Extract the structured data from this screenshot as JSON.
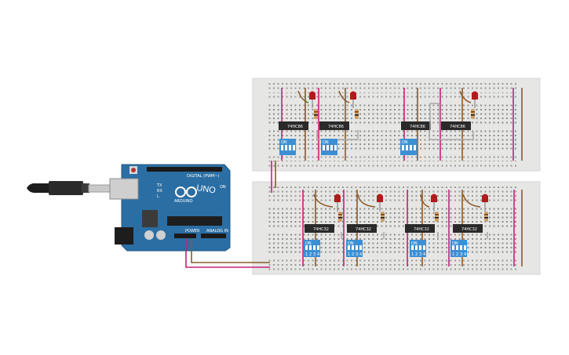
{
  "arduino": {
    "brand": "ARDUINO",
    "model": "UNO",
    "digital_label": "DIGITAL (PWM~)",
    "power_label": "POWER",
    "analog_label": "ANALOG IN",
    "on_label": "ON",
    "tx_label": "TX",
    "rx_label": "RX",
    "l_label": "L"
  },
  "top_breadboard": {
    "chips": [
      "74HC86",
      "74HC86",
      "74HC86",
      "74HC86"
    ],
    "dip_switch_labels": [
      "ON",
      "ON",
      "ON"
    ]
  },
  "bottom_breadboard": {
    "chips": [
      "74HC32",
      "74HC32",
      "74HC32",
      "74HC32"
    ],
    "dip_switch_labels": [
      "ON",
      "ON",
      "ON",
      "ON"
    ],
    "dip_numbers": [
      "1",
      "2",
      "3",
      "4"
    ]
  },
  "colors": {
    "breadboard": "#e6e6e4",
    "arduino": "#2b6ea3",
    "wire_magenta": "#c2237a",
    "wire_brown": "#8a5a2b",
    "led": "#b11b1b",
    "dip": "#3d8fd4",
    "chip": "#2a2a2a"
  }
}
